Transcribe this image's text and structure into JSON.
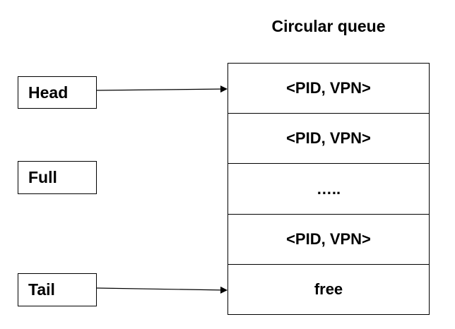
{
  "title": "Circular queue",
  "pointers": [
    {
      "id": "head",
      "label": "Head"
    },
    {
      "id": "full",
      "label": "Full"
    },
    {
      "id": "tail",
      "label": "Tail"
    }
  ],
  "queue": {
    "slots": [
      "<PID, VPN>",
      "<PID, VPN>",
      "…..",
      "<PID, VPN>",
      "free"
    ]
  }
}
